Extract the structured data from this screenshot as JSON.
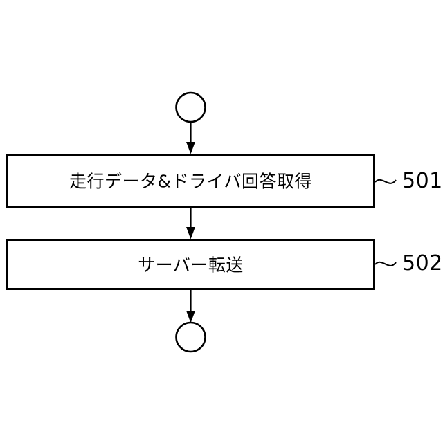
{
  "figure": {
    "type": "flowchart",
    "orientation": "vertical",
    "background_color": "#ffffff",
    "line_color": "#000000",
    "start_terminal": {
      "name": "start",
      "shape": "circle",
      "label": ""
    },
    "end_terminal": {
      "name": "end",
      "shape": "circle",
      "label": ""
    },
    "steps": [
      {
        "ref": "501",
        "label": "走行データ&ドライバ回答取得",
        "shape": "rectangle"
      },
      {
        "ref": "502",
        "label": "サーバー転送",
        "shape": "rectangle"
      }
    ],
    "connectors": [
      {
        "from": "start",
        "to": "501",
        "arrow": "down"
      },
      {
        "from": "501",
        "to": "502",
        "arrow": "down"
      },
      {
        "from": "502",
        "to": "end",
        "arrow": "down"
      }
    ]
  }
}
